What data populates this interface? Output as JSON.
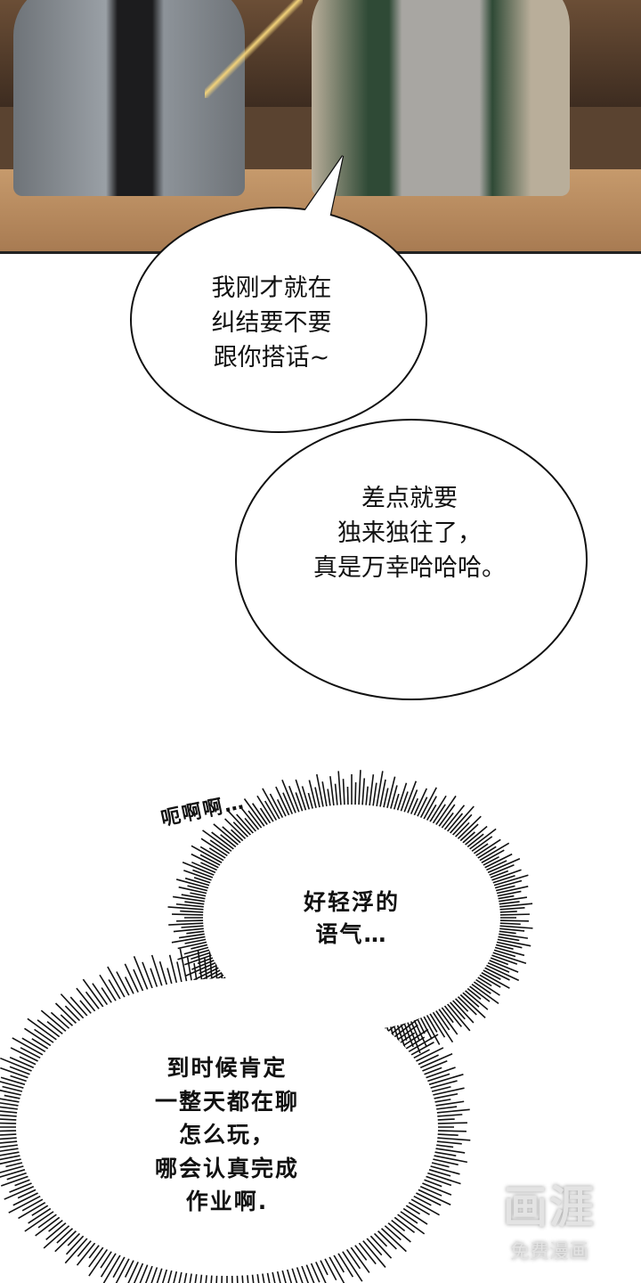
{
  "panel": {
    "description_colors": {
      "wall": "#5a4330",
      "table": "#b88c60"
    }
  },
  "bubbles": [
    {
      "lines": [
        "我刚才就在",
        "纠结要不要",
        "跟你搭话~"
      ]
    },
    {
      "lines": [
        "差点就要",
        "独来独往了，",
        "真是万幸哈哈哈。"
      ]
    },
    {
      "lines": [
        "好轻浮的",
        "语气…"
      ]
    },
    {
      "lines": [
        "到时候肯定",
        "一整天都在聊",
        "怎么玩，",
        "哪会认真完成",
        "作业啊."
      ]
    }
  ],
  "aside": "呃啊啊…",
  "watermark": {
    "logo": "画涯",
    "sub": "免费漫画"
  }
}
